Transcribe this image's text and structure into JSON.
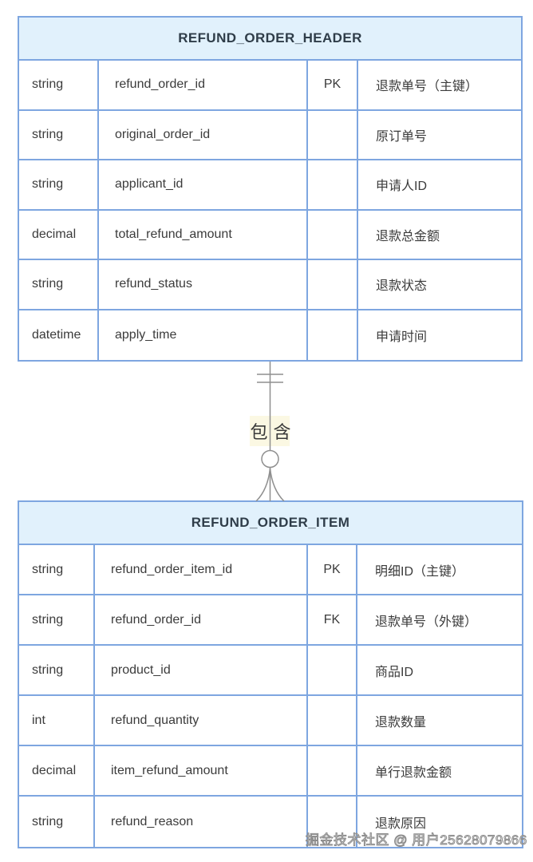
{
  "entities": [
    {
      "title": "REFUND_ORDER_HEADER",
      "rows": [
        {
          "type": "string",
          "name": "refund_order_id",
          "key": "PK",
          "desc": "退款单号（主键）"
        },
        {
          "type": "string",
          "name": "original_order_id",
          "key": "",
          "desc": "原订单号"
        },
        {
          "type": "string",
          "name": "applicant_id",
          "key": "",
          "desc": "申请人ID"
        },
        {
          "type": "decimal",
          "name": "total_refund_amount",
          "key": "",
          "desc": "退款总金额"
        },
        {
          "type": "string",
          "name": "refund_status",
          "key": "",
          "desc": "退款状态"
        },
        {
          "type": "datetime",
          "name": "apply_time",
          "key": "",
          "desc": "申请时间"
        }
      ]
    },
    {
      "title": "REFUND_ORDER_ITEM",
      "rows": [
        {
          "type": "string",
          "name": "refund_order_item_id",
          "key": "PK",
          "desc": "明细ID（主键）"
        },
        {
          "type": "string",
          "name": "refund_order_id",
          "key": "FK",
          "desc": "退款单号（外键）"
        },
        {
          "type": "string",
          "name": "product_id",
          "key": "",
          "desc": "商品ID"
        },
        {
          "type": "int",
          "name": "refund_quantity",
          "key": "",
          "desc": "退款数量"
        },
        {
          "type": "decimal",
          "name": "item_refund_amount",
          "key": "",
          "desc": "单行退款金额"
        },
        {
          "type": "string",
          "name": "refund_reason",
          "key": "",
          "desc": "退款原因"
        }
      ]
    }
  ],
  "relationship": {
    "label": "包含",
    "source_cardinality": "exactly-one",
    "target_cardinality": "zero-or-many"
  },
  "watermark": {
    "text": "掘金技术社区 @ 用户25628079866"
  },
  "colors": {
    "table_border": "#7EA6E0",
    "header_fill": "#E1F1FC",
    "title_text": "#2F3D49",
    "cell_text": "#3B3B3B",
    "connector_line": "#8F8F8F",
    "label_background": "#FBF8E3"
  }
}
